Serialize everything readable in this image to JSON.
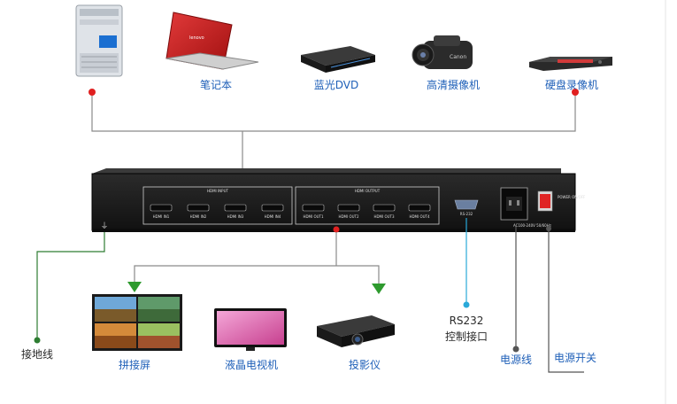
{
  "sources": {
    "laptop": "笔记本",
    "bluray": "蓝光DVD",
    "camcorder": "高清摄像机",
    "dvr": "硬盘录像机"
  },
  "device": {
    "input_title": "HDMI INPUT",
    "inputs": [
      "HDMI IN1",
      "HDMI IN2",
      "HDMI IN3",
      "HDMI IN4"
    ],
    "output_title": "HDMI OUTPUT",
    "outputs": [
      "HDMI OUT1",
      "HDMI OUT2",
      "HDMI OUT3",
      "HDMI OUT4"
    ],
    "serial_port": "RS-232",
    "power_switch": "POWER ON/OFF",
    "power_rating": "AC100-240V 50/60Hz"
  },
  "outputs_devices": {
    "videowall": "拼接屏",
    "lcd_tv": "液晶电视机",
    "projector": "投影仪"
  },
  "connections": {
    "ground": "接地线",
    "rs232_line1": "RS232",
    "rs232_line2": "控制接口",
    "power_cable": "电源线",
    "power_switch": "电源开关"
  },
  "colors": {
    "line_gray": "#8a8a8a",
    "arrow_blue": "#2a7fd4",
    "arrow_green": "#2e9a2e",
    "dot_red": "#e02020",
    "ground_green": "#2e7d32",
    "rs232_cyan": "#29a9d9",
    "label_blue": "#1e5fb8",
    "device_body": "#1a1a1a"
  }
}
